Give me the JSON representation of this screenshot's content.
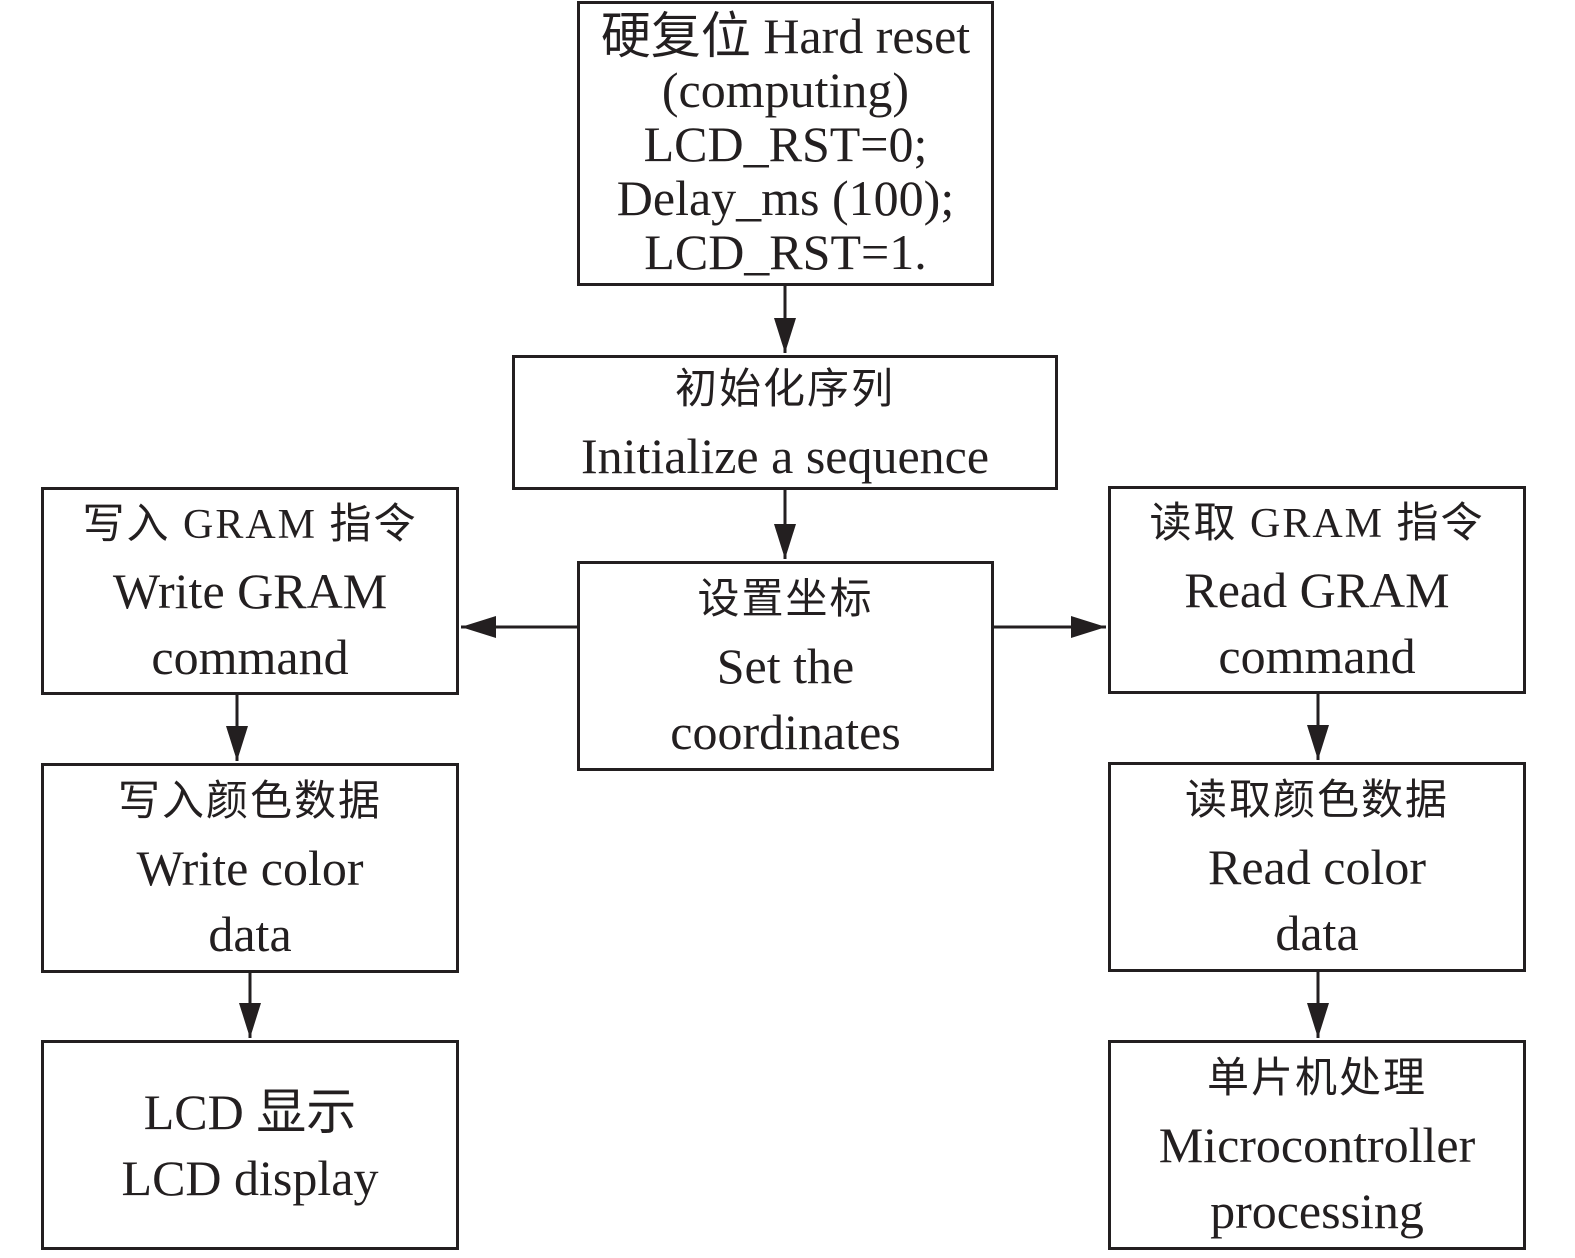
{
  "diagram": {
    "type": "flowchart",
    "colors": {
      "stroke": "#231f20",
      "background": "#ffffff"
    },
    "nodes": {
      "hard_reset": {
        "lines": [
          "硬复位 Hard reset",
          "(computing)",
          "LCD_RST=0;",
          "Delay_ms (100);",
          "LCD_RST=1."
        ]
      },
      "init_sequence": {
        "cn": "初始化序列",
        "lines": [
          "Initialize a sequence"
        ]
      },
      "set_coordinates": {
        "cn": "设置坐标",
        "lines": [
          "Set the",
          "coordinates"
        ]
      },
      "write_gram": {
        "cn": "写入 GRAM 指令",
        "lines": [
          "Write GRAM",
          "command"
        ]
      },
      "read_gram": {
        "cn": "读取 GRAM 指令",
        "lines": [
          "Read GRAM",
          "command"
        ]
      },
      "write_color": {
        "cn": "写入颜色数据",
        "lines": [
          "Write color",
          "data"
        ]
      },
      "read_color": {
        "cn": "读取颜色数据",
        "lines": [
          "Read color",
          "data"
        ]
      },
      "lcd_display": {
        "lines": [
          "LCD 显示",
          "LCD display"
        ]
      },
      "mcu_processing": {
        "cn": "单片机处理",
        "lines": [
          "Microcontroller",
          "processing"
        ]
      }
    },
    "edges": [
      {
        "from": "hard_reset",
        "to": "init_sequence"
      },
      {
        "from": "init_sequence",
        "to": "set_coordinates"
      },
      {
        "from": "set_coordinates",
        "to": "write_gram"
      },
      {
        "from": "set_coordinates",
        "to": "read_gram"
      },
      {
        "from": "write_gram",
        "to": "write_color"
      },
      {
        "from": "write_color",
        "to": "lcd_display"
      },
      {
        "from": "read_gram",
        "to": "read_color"
      },
      {
        "from": "read_color",
        "to": "mcu_processing"
      }
    ]
  }
}
